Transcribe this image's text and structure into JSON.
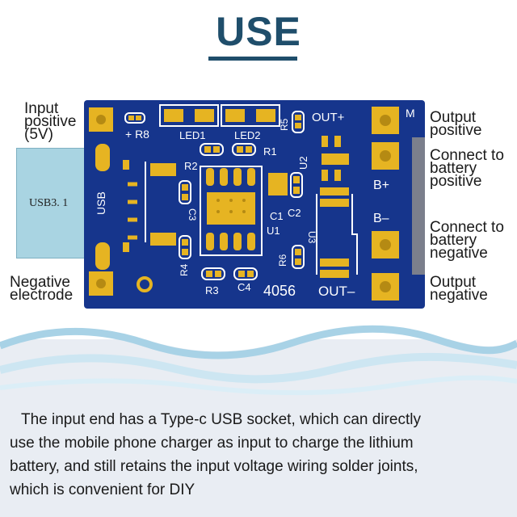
{
  "title": "USE",
  "labels": {
    "input": [
      "Input",
      "positive",
      "(5V)"
    ],
    "negative_electrode": [
      "Negative",
      "electrode"
    ],
    "output_positive": [
      "Output",
      "positive"
    ],
    "battery_positive": [
      "Connect to",
      "battery",
      "positive"
    ],
    "battery_negative": [
      "Connect to",
      "battery",
      "negative"
    ],
    "output_negative": [
      "Output",
      "negative"
    ]
  },
  "usb_socket_label": "USB3. 1",
  "pcb": {
    "silk": {
      "plus_r8": "+ R8",
      "led1": "LED1",
      "led2": "LED2",
      "r5": "R5",
      "out_plus": "OUT+",
      "m": "M",
      "r1": "R1",
      "r2": "R2",
      "u2": "U2",
      "b_plus": "B+",
      "usb": "USB",
      "c3": "C3",
      "c1": "C1",
      "c2": "C2",
      "u1": "U1",
      "b_minus": "B–",
      "u3": "U3",
      "r6": "R6",
      "r4": "R4",
      "r3": "R3",
      "c4": "C4",
      "chip": "4056",
      "out_minus": "OUT–"
    },
    "colors": {
      "board": "#16358c",
      "pad": "#e6b422",
      "silk": "#ffffff"
    }
  },
  "description": [
    "The input end has a Type-c USB socket, which can directly",
    "use the mobile phone charger as input to charge the lithium",
    "battery, and still retains the input voltage wiring solder joints,",
    "which is convenient for DIY"
  ],
  "colors": {
    "title": "#1f4e6b",
    "wave": "#b9dcec",
    "background_bottom": "#e9edf3"
  }
}
